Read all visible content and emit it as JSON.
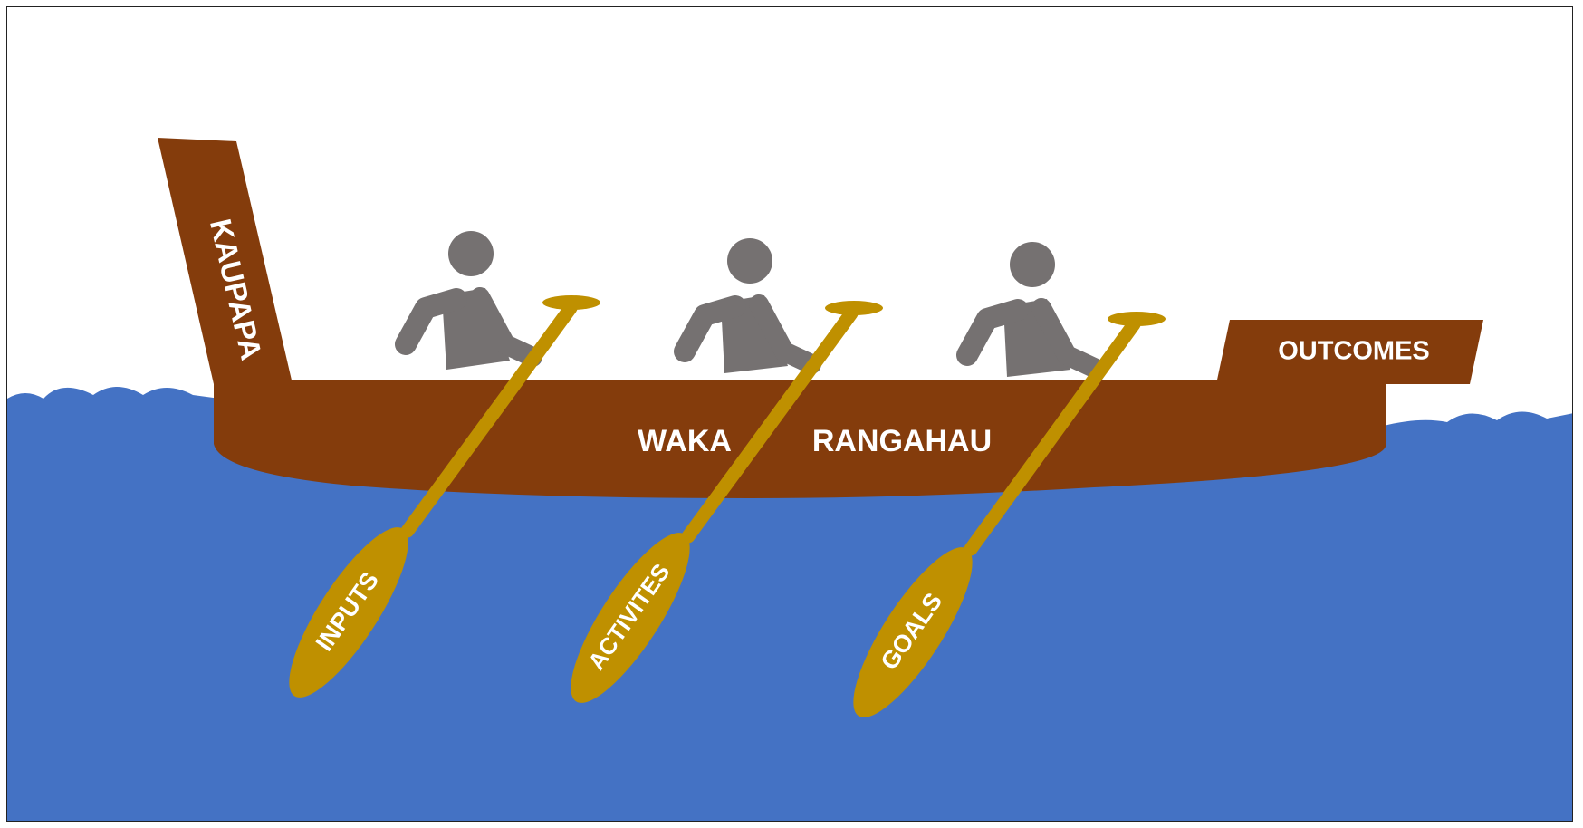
{
  "labels": {
    "stern": "KAUPAPA",
    "prow": "OUTCOMES",
    "hull_word1": "WAKA",
    "hull_word2": "RANGAHAU",
    "paddle1": "INPUTS",
    "paddle2": "ACTIVITES",
    "paddle3": "GOALS"
  },
  "colors": {
    "water": "#4472C4",
    "hull": "#843C0C",
    "paddle": "#BF9000",
    "rower": "#757171",
    "text": "#FFFFFF"
  }
}
